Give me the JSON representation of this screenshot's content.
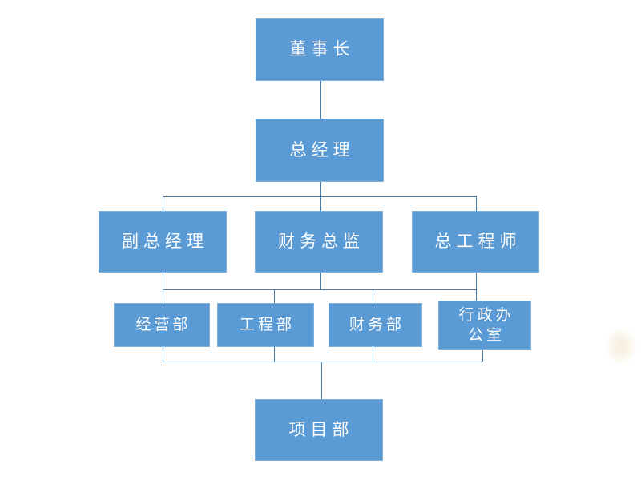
{
  "diagram": {
    "kind": "organization-chart",
    "colors": {
      "node_fill": "#5b9bd5",
      "node_border": "#7fb0dc",
      "connector": "#4a7ba6",
      "text": "#ffffff",
      "background": "#ffffff"
    },
    "nodes": {
      "chairman": {
        "label": "董事长"
      },
      "general_manager": {
        "label": "总经理"
      },
      "deputy_gm": {
        "label": "副总经理"
      },
      "finance_director": {
        "label": "财务总监"
      },
      "chief_engineer": {
        "label": "总工程师"
      },
      "operations_dept": {
        "label": "经营部"
      },
      "engineering_dept": {
        "label": "工程部"
      },
      "finance_dept": {
        "label": "财务部"
      },
      "admin_office": {
        "label": "行政办公室",
        "line1": "行政办",
        "line2": "公室"
      },
      "project_dept": {
        "label": "项目部"
      }
    },
    "hierarchy": [
      {
        "parents": [
          "董事长"
        ],
        "children": [
          "总经理"
        ]
      },
      {
        "parents": [
          "总经理"
        ],
        "children": [
          "副总经理",
          "财务总监",
          "总工程师"
        ]
      },
      {
        "parents": [
          "副总经理",
          "财务总监",
          "总工程师"
        ],
        "children": [
          "经营部",
          "工程部",
          "财务部",
          "行政办公室"
        ]
      },
      {
        "parents": [
          "经营部",
          "工程部",
          "财务部",
          "行政办公室"
        ],
        "children": [
          "项目部"
        ]
      }
    ]
  }
}
